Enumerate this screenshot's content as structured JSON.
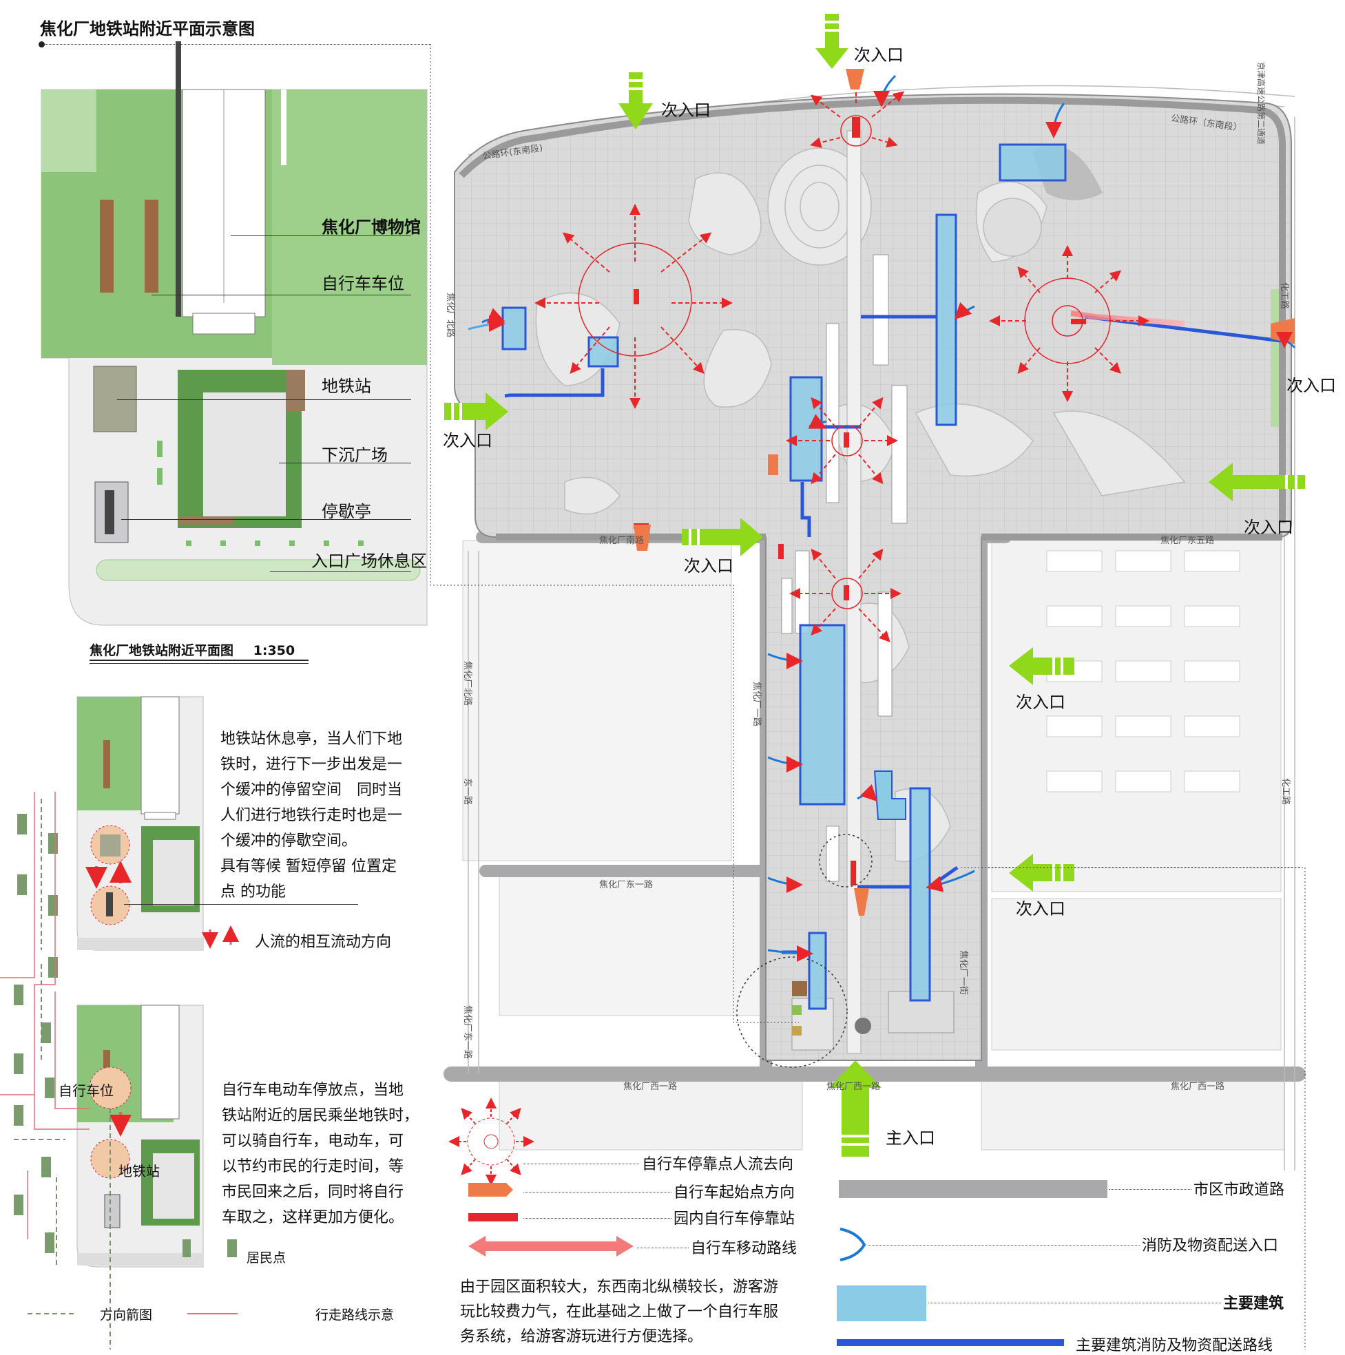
{
  "title": "焦化厂地铁站附近平面示意图",
  "detail_plan": {
    "labels": {
      "museum": "焦化厂博物馆",
      "bike_parking": "自行车车位",
      "metro_station": "地铁站",
      "sunken_plaza": "下沉广场",
      "pavilion": "停歇亭",
      "entrance_rest": "入口广场休息区"
    },
    "caption": "焦化厂地铁站附近平面图",
    "scale": "1:350"
  },
  "analysis1": {
    "text": [
      "地铁站休息亭，当人们下地",
      "铁时，进行下一步出发是一",
      "个缓冲的停留空间　同时当",
      "人们进行地铁行走时也是一",
      "个缓冲的停歇空间。",
      "具有等候 暂短停留 位置定",
      "点 的功能"
    ],
    "legend": "人流的相互流动方向"
  },
  "analysis2": {
    "label_bike": "自行车位",
    "label_metro": "地铁站",
    "text": [
      "自行车电动车停放点，当地",
      "铁站附近的居民乘坐地铁时，",
      "可以骑自行车，电动车，可",
      "以节约市民的行走时间，等",
      "市民回来之后，同时将自行",
      "车取之，这样更加方便化。"
    ],
    "legend_resident": "居民点",
    "legend_arrow": "方向箭图",
    "legend_route": "行走路线示意"
  },
  "map": {
    "entrances": {
      "secondary": "次入口",
      "main": "主入口"
    },
    "roads": {
      "ring_east": "公路环(东南段)",
      "ring_east_b": "公路环（东南段）",
      "jinghu": "京津高速公路第二通道",
      "huagong": "化工路",
      "jhc_south": "焦化厂南路",
      "jhc_e5": "焦化厂东五路",
      "jhc_n": "焦化厂北路",
      "jhc_e1": "焦化厂东一路",
      "jhc_e1b": "焦化厂东一路",
      "jhc_w1": "焦化厂西一路",
      "jhc_w1b": "焦化厂西一路",
      "jhc_w1c": "焦化厂西一路",
      "jhc_mid": "焦化厂一路",
      "jhc_st": "焦化厂一街",
      "road_e1": "东一路",
      "huagong_b": "化工路",
      "jhc_nb": "焦化厂北路"
    }
  },
  "legend": {
    "flow_direction": "自行车停靠点人流去向",
    "start_direction": "自行车起始点方向",
    "bike_stop": "园内自行车停靠站",
    "bike_route": "自行车移动路线",
    "city_road": "市区市政道路",
    "fire_entrance": "消防及物资配送入口",
    "main_building": "主要建筑",
    "fire_route": "主要建筑消防及物资配送路线"
  },
  "summary": [
    "由于园区面积较大，东西南北纵横较长，游客游",
    "玩比较费力气，在此基础之上做了一个自行车服",
    "务系统，给游客游玩进行方便选择。"
  ],
  "colors": {
    "green_arrow": "#8fd81a",
    "red": "#e8262a",
    "blue_building": "#8ccbe6",
    "blue_route": "#2a56d8",
    "road_gray": "#a9a9ab",
    "grass": "#7fb66a"
  }
}
